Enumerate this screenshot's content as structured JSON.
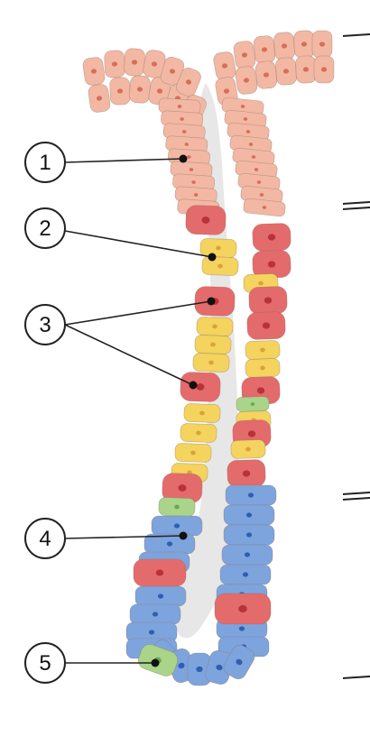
{
  "callouts": [
    {
      "label": "1",
      "structure": "upper-pink-cells"
    },
    {
      "label": "2",
      "structure": "yellow-cell"
    },
    {
      "label": "3",
      "structure": "red-cells"
    },
    {
      "label": "4",
      "structure": "blue-cell"
    },
    {
      "label": "5",
      "structure": "green-cell"
    }
  ],
  "colors": {
    "pink_cell": "#f2b8a3",
    "pink_nucleus": "#d86e58",
    "red_cell": "#e46b6b",
    "red_nucleus": "#b8323a",
    "yellow_cell": "#f4d35e",
    "yellow_nucleus": "#d9a23a",
    "blue_cell": "#7ea4dd",
    "blue_nucleus": "#2f5fb0",
    "green_cell": "#a9d48a",
    "lumen": "#e7e7e7",
    "outline": "#222222"
  }
}
